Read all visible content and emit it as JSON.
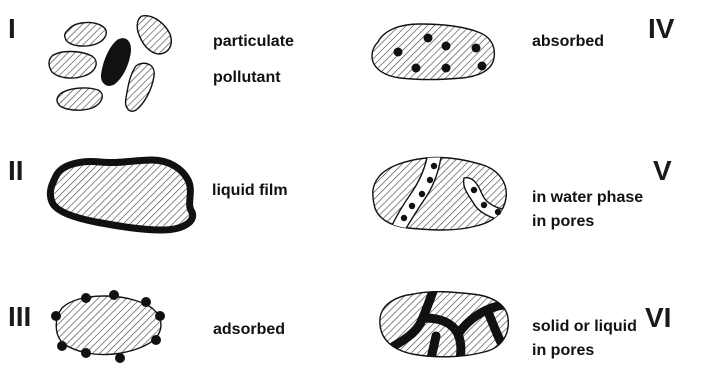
{
  "panels": [
    {
      "numeral": "I",
      "label_lines": [
        "particulate",
        "pollutant"
      ]
    },
    {
      "numeral": "II",
      "label_lines": [
        "liquid film"
      ]
    },
    {
      "numeral": "III",
      "label_lines": [
        "adsorbed"
      ]
    },
    {
      "numeral": "IV",
      "label_lines": [
        "absorbed"
      ]
    },
    {
      "numeral": "V",
      "label_lines": [
        "in water phase",
        "in pores"
      ]
    },
    {
      "numeral": "VI",
      "label_lines": [
        "solid or liquid",
        "in pores"
      ]
    }
  ],
  "colors": {
    "ink": "#111111",
    "hatch": "#4a4a4a",
    "background": "#ffffff"
  }
}
